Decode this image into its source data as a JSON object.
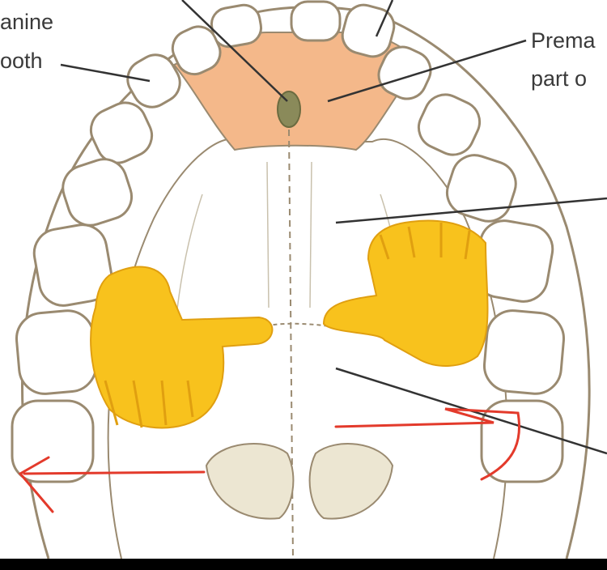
{
  "labels": {
    "canine": "anine",
    "tooth": "ooth",
    "premaxilla": "Prema",
    "part": "part o"
  },
  "colors": {
    "premaxilla_fill": "#f4b88a",
    "incisive_fossa": "#8a8a5a",
    "outline": "#9a8a70",
    "tooth_fill": "#ffffff",
    "palate_fill": "#ffffff",
    "choana_fill": "#ece6d2",
    "annotation_red": "#e33a2b",
    "emoji_yellow": "#f8c21d",
    "emoji_shade": "#e09f10",
    "leader_line": "#333333"
  },
  "icons": {
    "left_hand": "backhand-index-pointing-right-icon",
    "right_hand": "backhand-index-pointing-left-icon",
    "red_arrow": "arrow-left-icon"
  }
}
